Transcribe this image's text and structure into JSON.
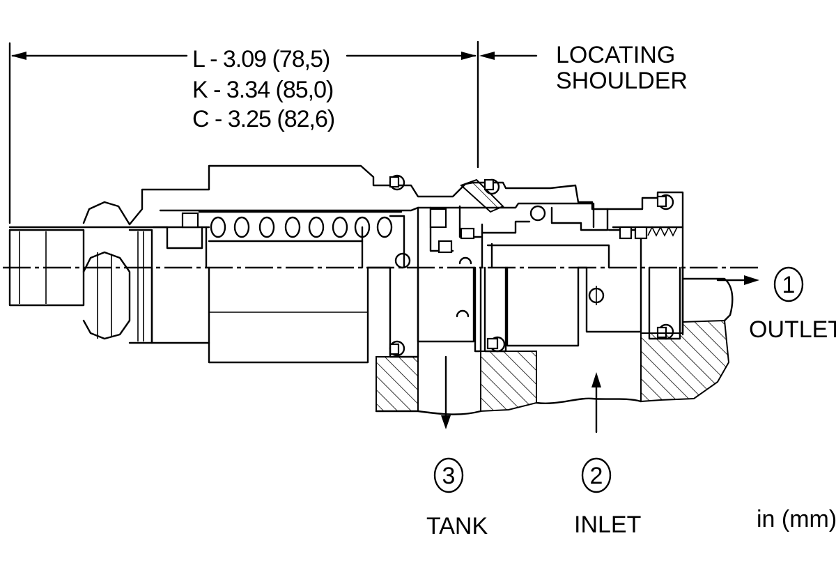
{
  "dimensions": {
    "line1": "L - 3.09 (78,5)",
    "line2": "K - 3.34 (85,0)",
    "line3": "C - 3.25 (82,6)"
  },
  "callouts": {
    "locating_line1": "LOCATING",
    "locating_line2": "SHOULDER"
  },
  "ports": [
    {
      "number": "1",
      "label": "OUTLET"
    },
    {
      "number": "2",
      "label": "INLET"
    },
    {
      "number": "3",
      "label": "TANK"
    }
  ],
  "units": "in (mm)"
}
